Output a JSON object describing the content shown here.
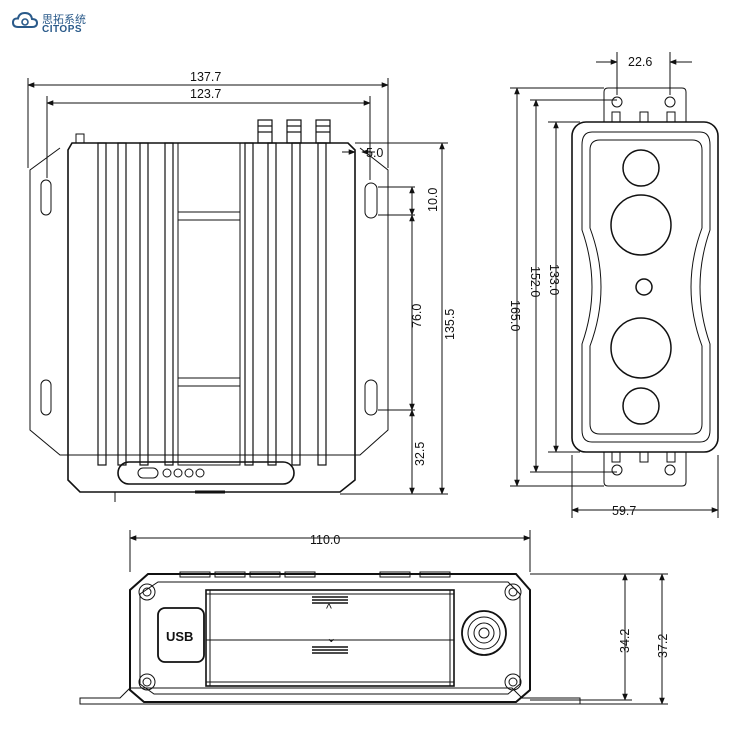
{
  "brand": {
    "name_cn": "思拓系统",
    "name_en": "CITOPS"
  },
  "front_view": {
    "width_outer": "137.7",
    "width_inner": "123.7",
    "offset_top": "5.0",
    "slot_height": "10.0",
    "slot_spacing": "76.0",
    "height_total": "135.5",
    "bottom_offset": "32.5"
  },
  "side_view": {
    "hole_spacing": "22.6",
    "height_a": "133.0",
    "height_b": "152.0",
    "height_c": "165.0",
    "width": "59.7"
  },
  "bottom_view": {
    "width": "110.0",
    "height_body": "34.2",
    "height_total": "37.2",
    "usb_label": "USB",
    "arrow_up": "^",
    "arrow_down": "⌄"
  }
}
